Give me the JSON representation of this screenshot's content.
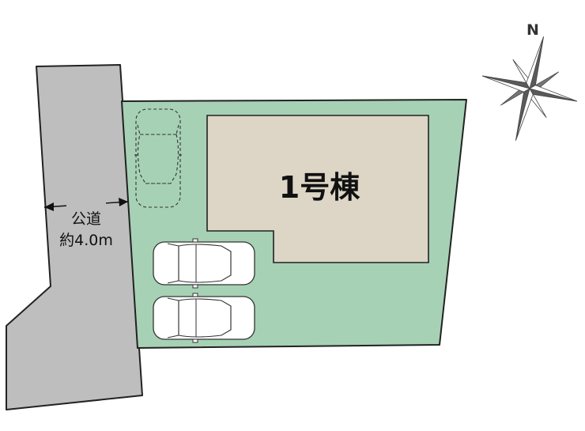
{
  "building": {
    "label": "1号棟"
  },
  "road": {
    "label_line1": "公道",
    "label_line2": "約4.0m"
  },
  "compass": {
    "north_label": "N"
  },
  "colors": {
    "road": "#bebebe",
    "lot": "#a6d1b5",
    "building": "#ddd5c5",
    "outline": "#222222",
    "compass_dark": "#5a5a5a",
    "compass_light": "#ffffff"
  },
  "icons": {
    "parking_spaces": [
      "car-icon-dashed",
      "car-icon",
      "car-icon"
    ],
    "compass": "compass-rose-icon"
  }
}
